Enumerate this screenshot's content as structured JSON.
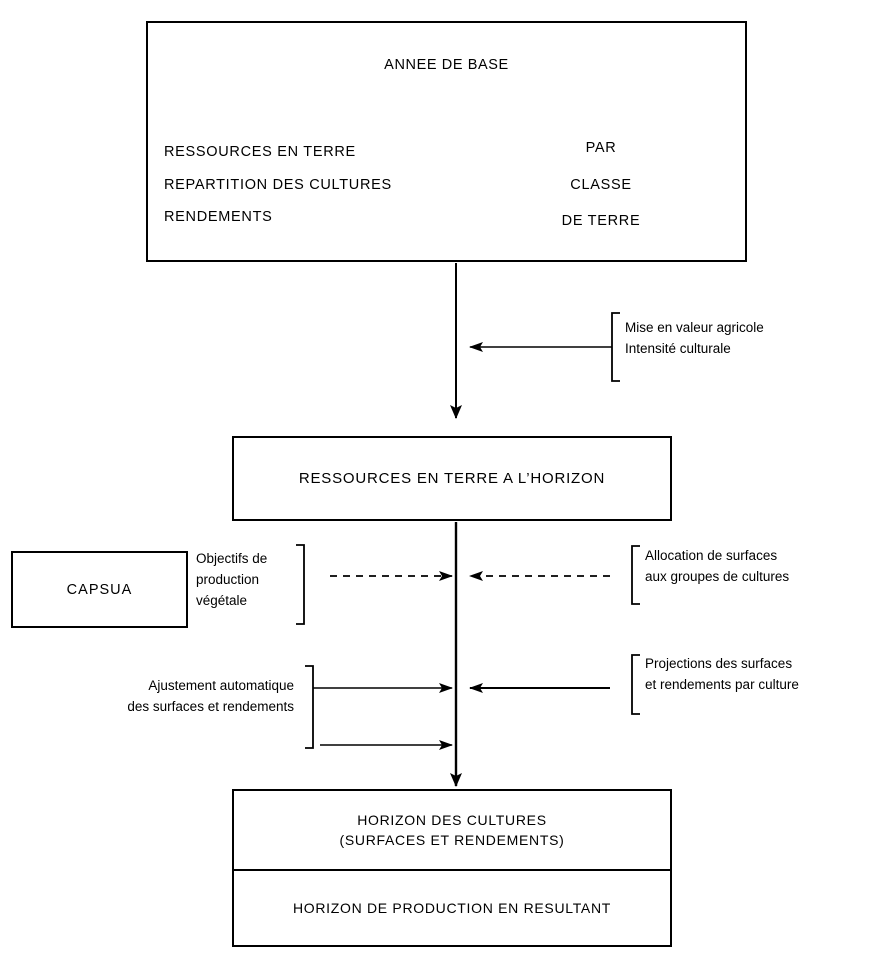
{
  "diagram": {
    "title_text": "ANNEE DE BASE",
    "boxes": {
      "base_year": {
        "header": "ANNEE DE BASE",
        "left_lines": [
          "RESSOURCES EN TERRE",
          "REPARTITION DES CULTURES",
          "RENDEMENTS"
        ],
        "right_lines": [
          "PAR",
          "CLASSE",
          "DE TERRE"
        ]
      },
      "land_resources_horizon": {
        "label": "RESSOURCES EN TERRE A L’HORIZON"
      },
      "capsua": {
        "label": "CAPSUA"
      },
      "horizon_results": {
        "top_lines": [
          "HORIZON DES CULTURES",
          "(SURFACES ET RENDEMENTS)"
        ],
        "bottom_line": "HORIZON DE PRODUCTION EN RESULTANT"
      }
    },
    "annotations": {
      "agricultural_development": {
        "lines": [
          "Mise en valeur agricole",
          "Intensité culturale"
        ]
      },
      "production_objectives": {
        "lines": [
          "Objectifs de",
          "production",
          "végétale"
        ]
      },
      "surface_allocation": {
        "lines": [
          "Allocation de surfaces",
          "aux groupes de cultures"
        ]
      },
      "automatic_adjustment": {
        "lines": [
          "Ajustement automatique",
          "des surfaces et rendements"
        ]
      },
      "surface_projections": {
        "lines": [
          "Projections des surfaces",
          "et rendements par culture"
        ]
      }
    },
    "colors": {
      "stroke": "#000000",
      "background": "#ffffff"
    }
  }
}
